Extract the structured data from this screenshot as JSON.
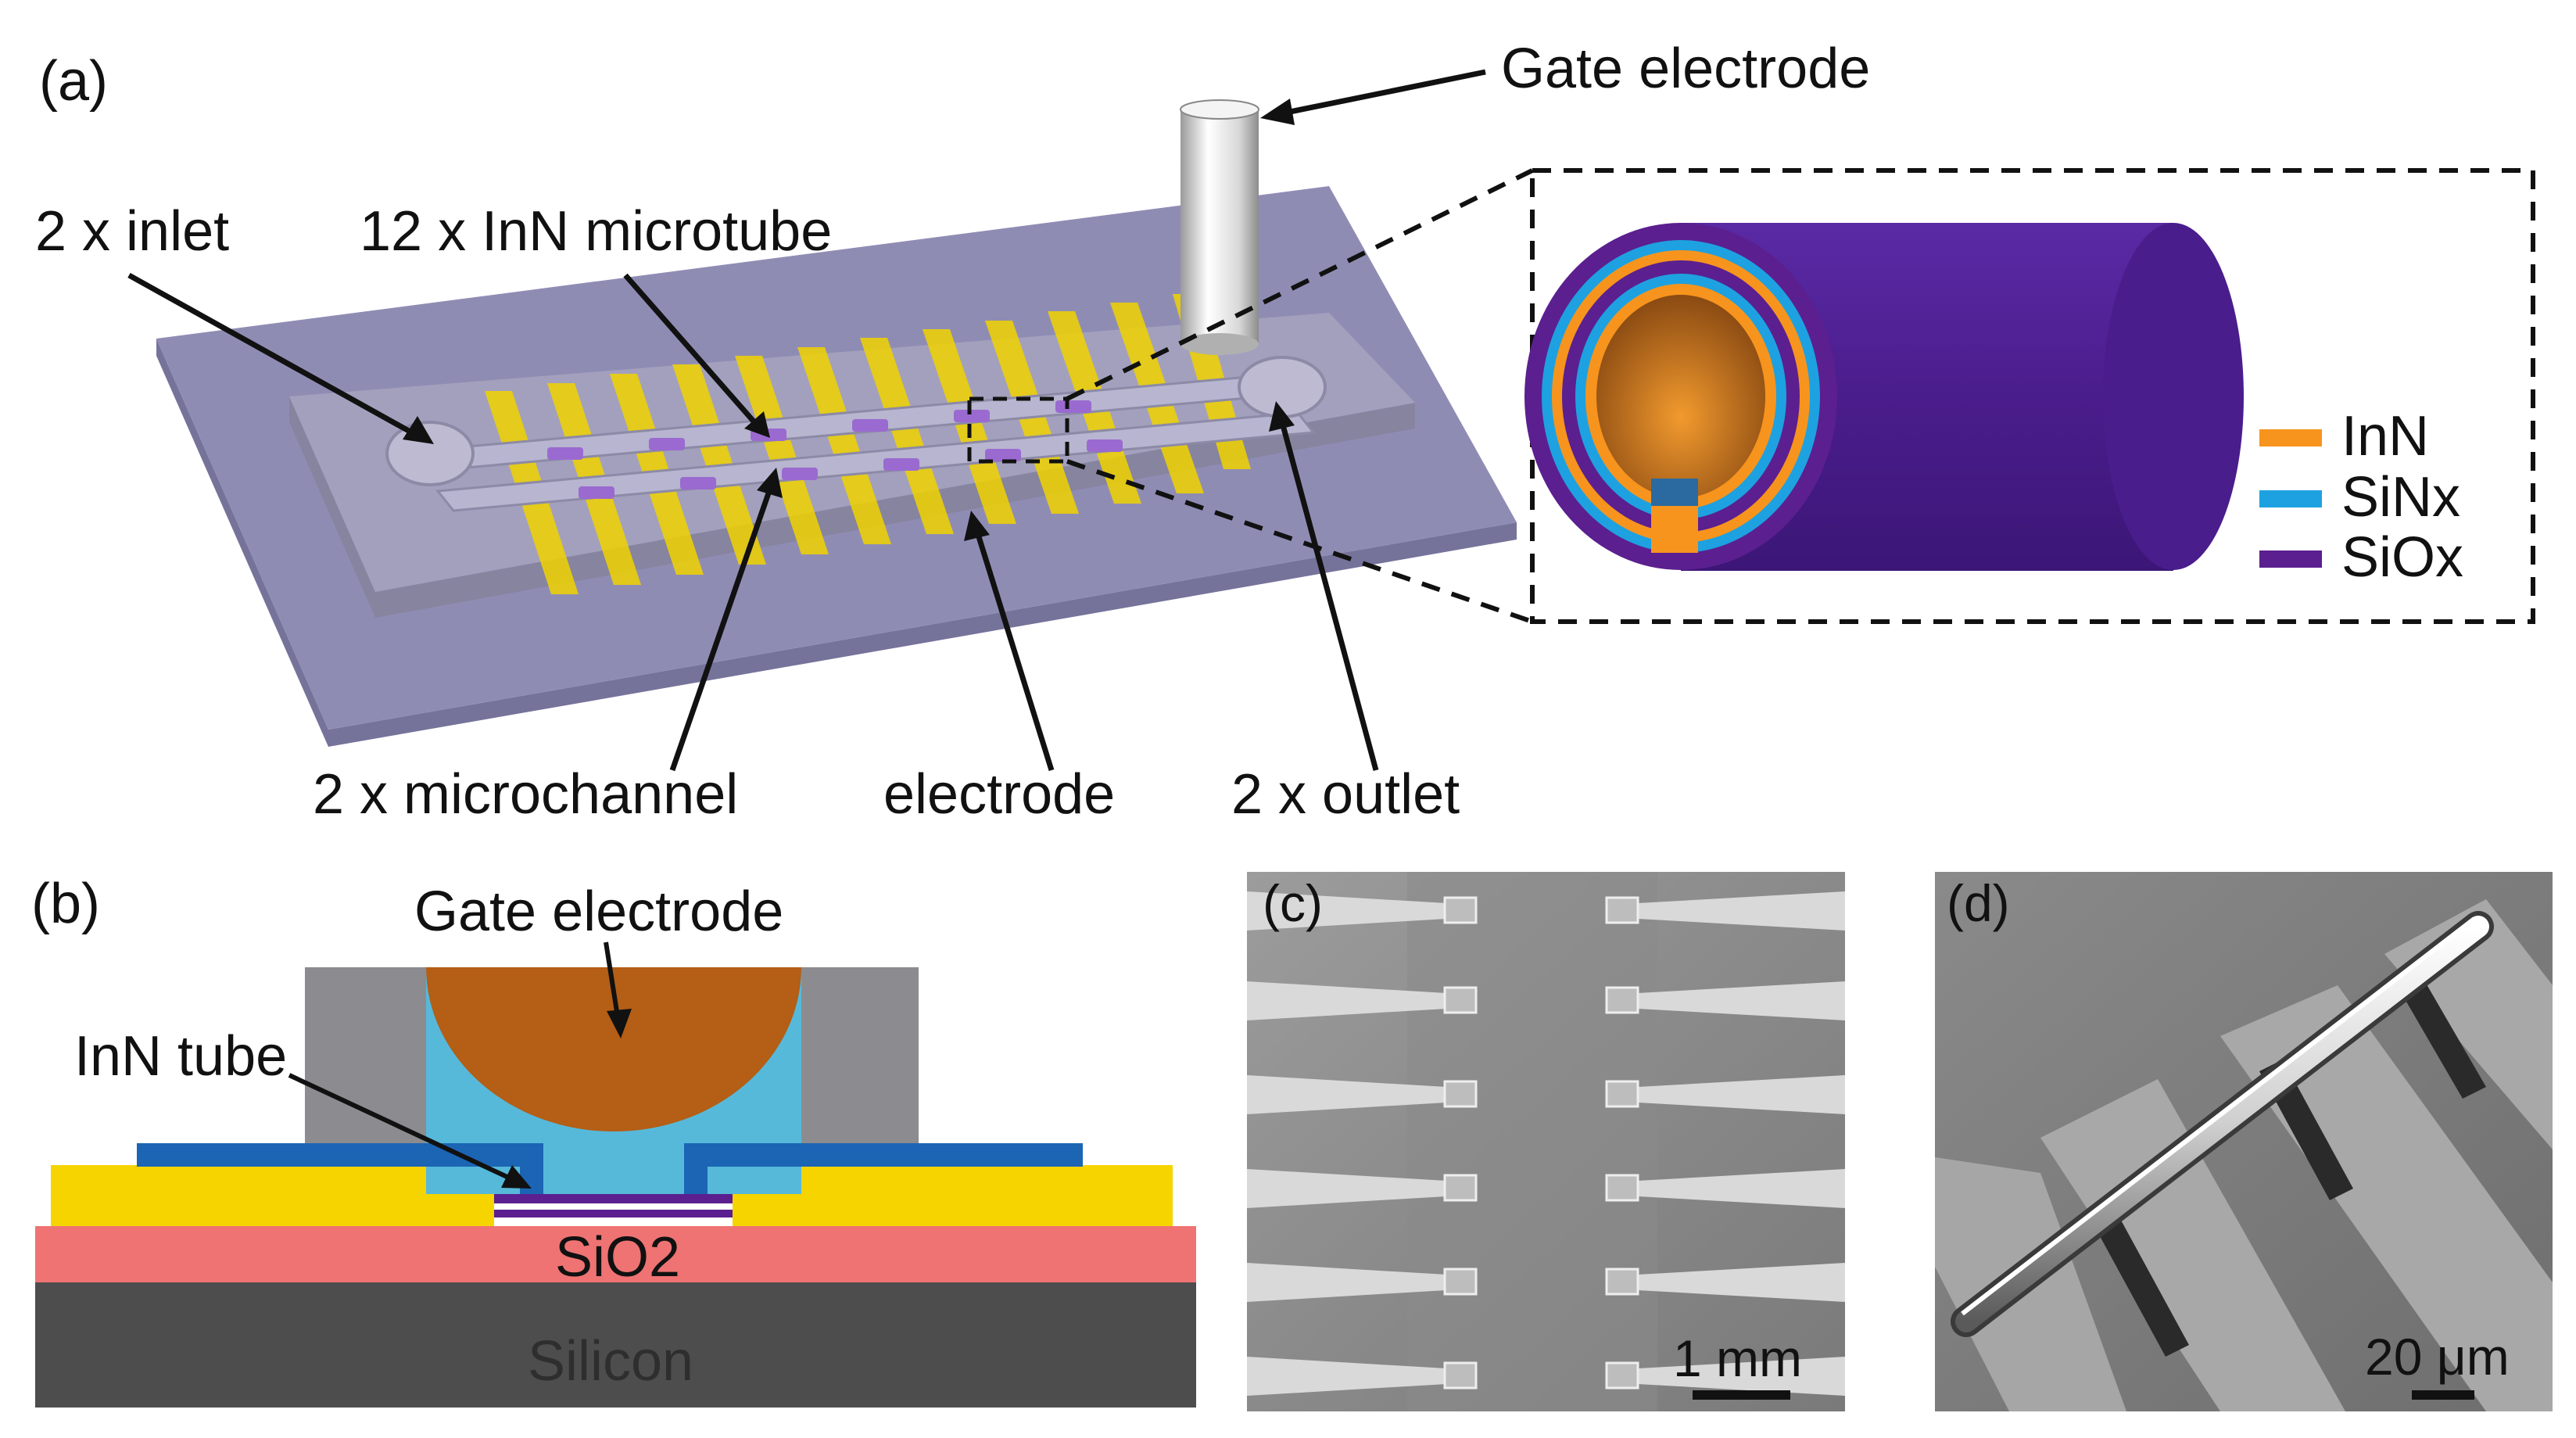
{
  "panel_a": {
    "letter": "(a)",
    "labels": {
      "gate": "Gate electrode",
      "inlet": "2 x inlet",
      "microtube": "12 x InN microtube",
      "microchannel": "2 x microchannel",
      "electrode": "electrode",
      "outlet": "2 x outlet"
    },
    "legend": [
      {
        "name": "InN",
        "color": "#f7941d"
      },
      {
        "name": "SiNx",
        "color": "#1ea1e0"
      },
      {
        "name": "SiOx",
        "color": "#5b1f8f"
      }
    ]
  },
  "panel_b": {
    "letter": "(b)",
    "labels": {
      "gate": "Gate electrode",
      "tube": "InN tube",
      "sio2": "SiO2",
      "silicon": "Silicon"
    }
  },
  "panel_c": {
    "letter": "(c)",
    "scale": "1 mm"
  },
  "panel_d": {
    "letter": "(d)",
    "scale": "20 μm"
  },
  "colors": {
    "substrate": "#8f8cb4",
    "electrode_gold": "#f0d300",
    "tube_purple": "#4a1d8c",
    "sio2": "#ef7373",
    "silicon": "#4d4d4d",
    "fluid": "#56b9da",
    "gate_metal": "#b45e16"
  }
}
